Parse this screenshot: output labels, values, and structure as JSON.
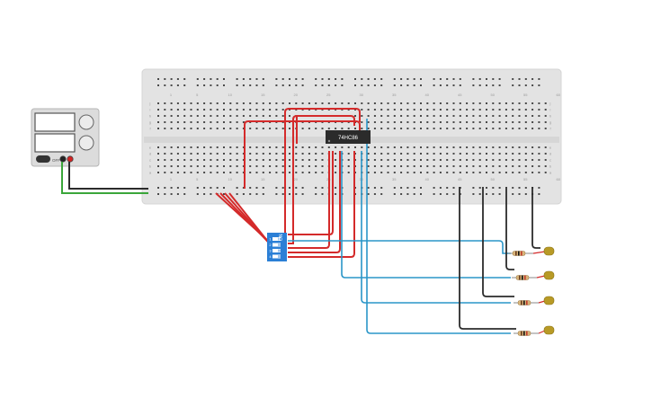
{
  "breadboard": {
    "column_numbers": [
      "1",
      "5",
      "10",
      "15",
      "20",
      "25",
      "30",
      "35",
      "40",
      "45",
      "50",
      "55",
      "60"
    ],
    "row_letters_top": [
      "j",
      "i",
      "h",
      "g",
      "f"
    ],
    "row_letters_bottom": [
      "e",
      "d",
      "c",
      "b",
      "a"
    ]
  },
  "chip": {
    "label": "74HC86"
  },
  "dip_switch": {
    "label": "ON",
    "positions": [
      "1",
      "2",
      "3",
      "4"
    ],
    "color": "#2b7fd6"
  },
  "power_supply": {
    "button_label": "OFF",
    "terminal_colors": [
      "#222222",
      "#d32222"
    ]
  },
  "wire_colors": {
    "power": "#d42a2a",
    "ground": "#2b2b2b",
    "supply": "#3aa63a",
    "signal": "#2a96c8"
  },
  "led_color": "#b89a26",
  "led_count": 4
}
